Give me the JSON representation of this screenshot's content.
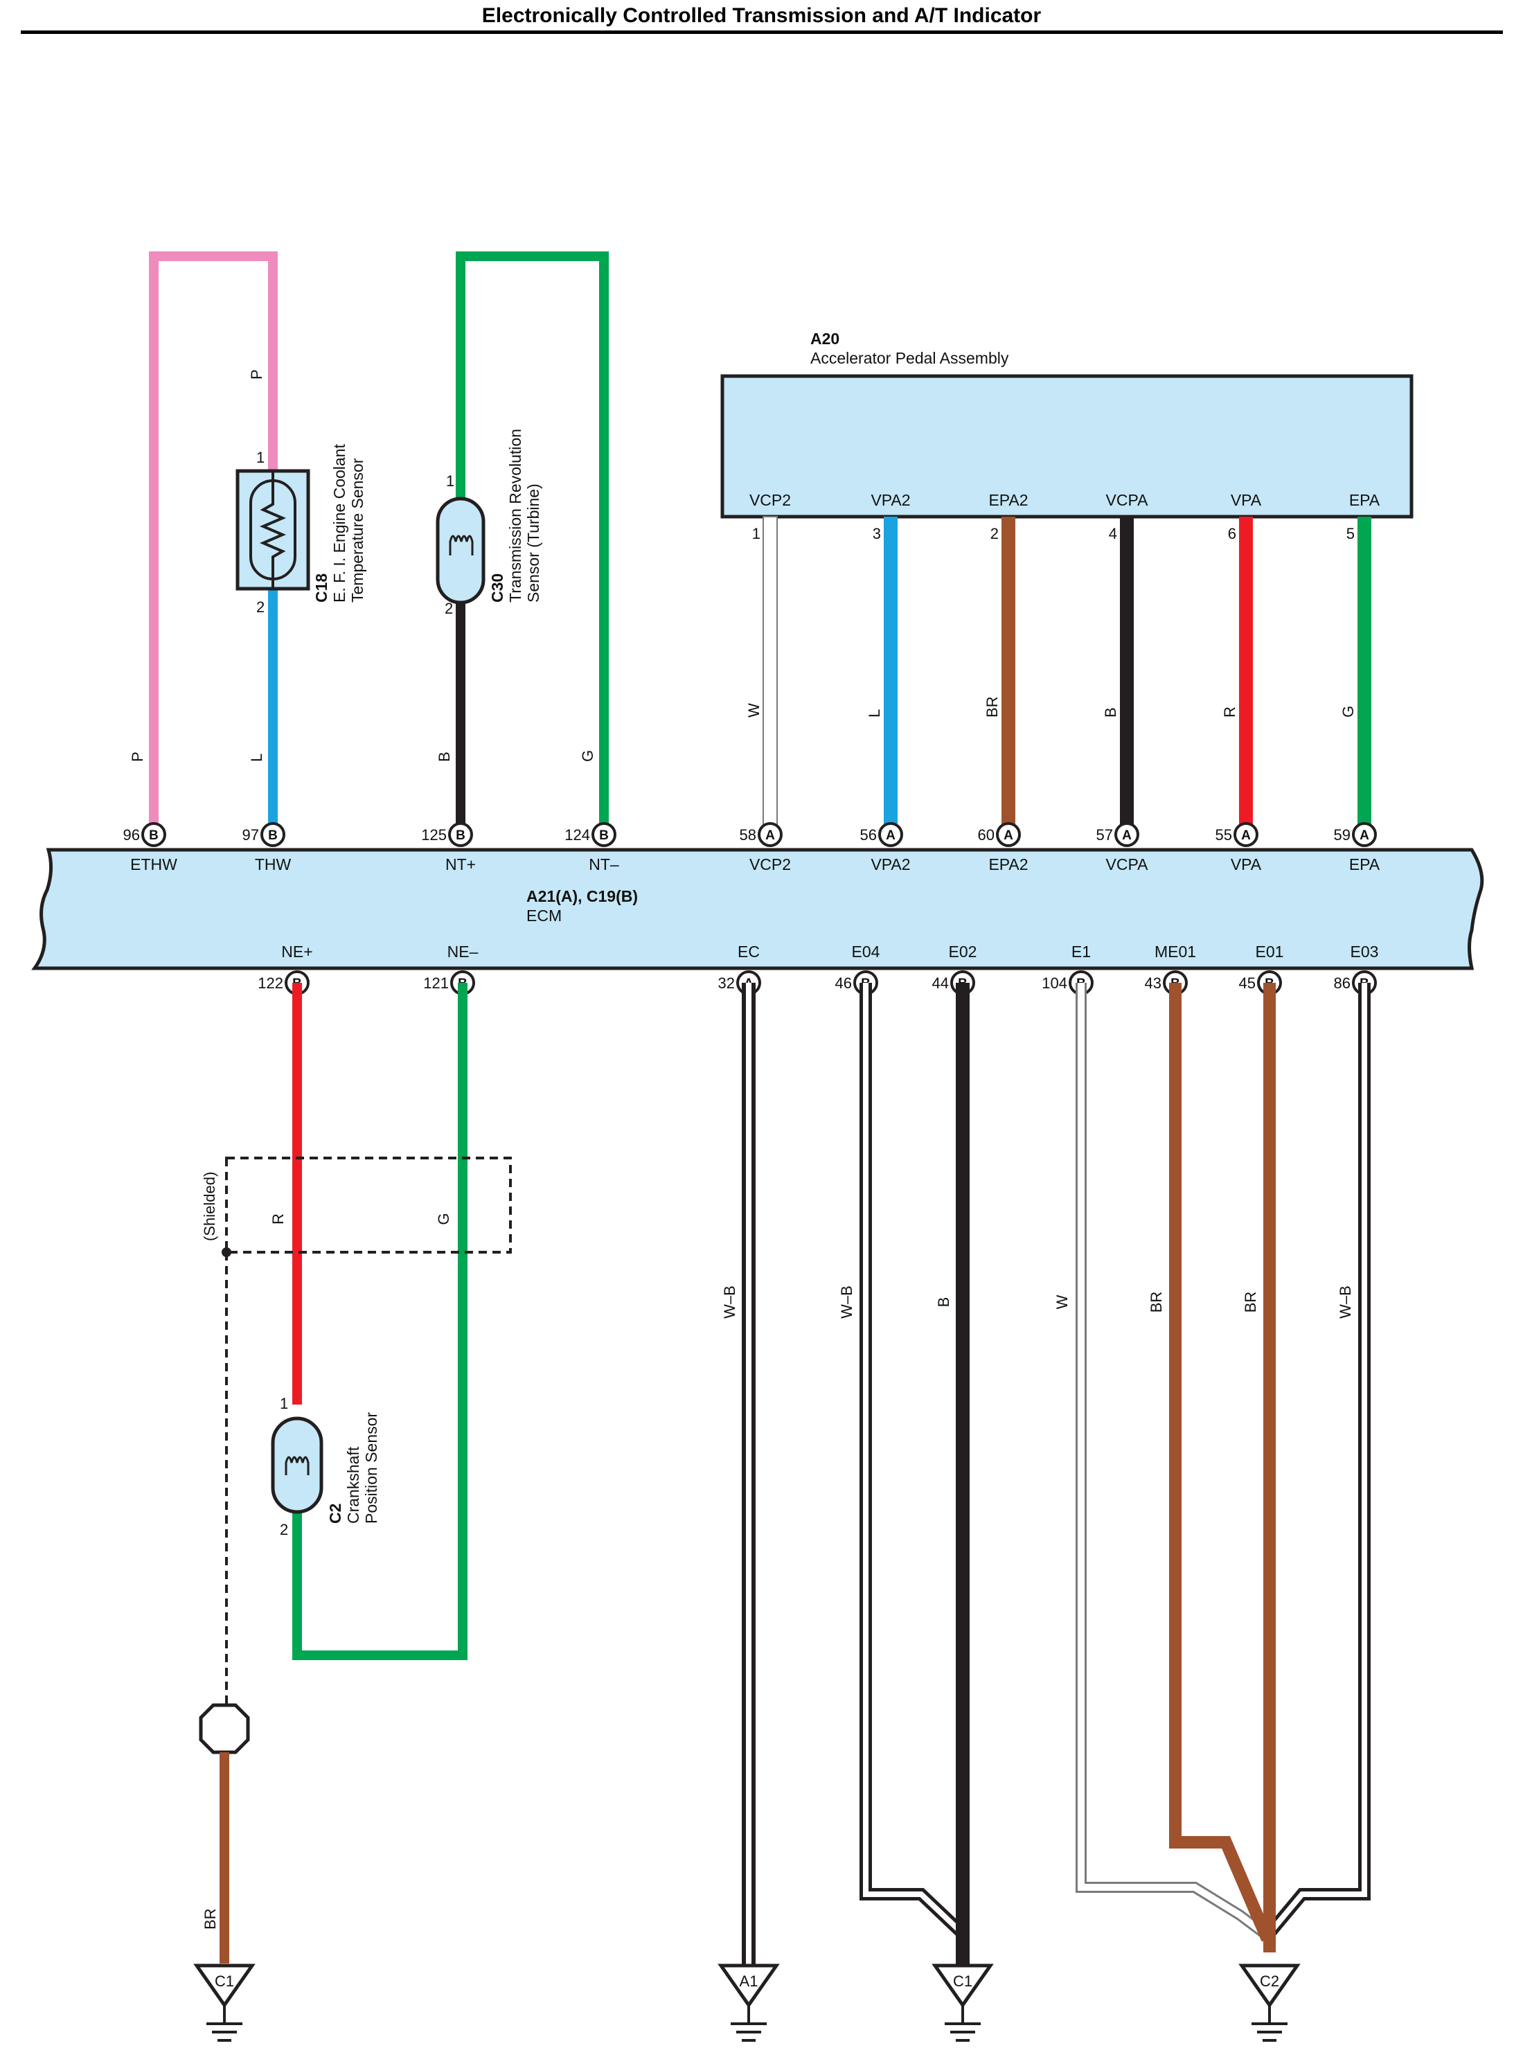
{
  "title": "Electronically Controlled Transmission and A/T Indicator",
  "colors": {
    "pink": "#ef8bbd",
    "blue": "#1aa3e0",
    "black": "#231f20",
    "green": "#00a651",
    "red": "#ed1c24",
    "brown": "#a0522d",
    "white": "#ffffff",
    "panel": "#c5e7f7"
  },
  "ecm": {
    "code": "A21(A), C19(B)",
    "name": "ECM"
  },
  "pedal": {
    "code": "A20",
    "name": "Accelerator Pedal Assembly"
  },
  "components": {
    "c18": {
      "code": "C18",
      "line1": "E. F. I.  Engine Coolant",
      "line2": "Temperature Sensor",
      "pin1": "1",
      "pin2": "2"
    },
    "c30": {
      "code": "C30",
      "line1": "Transmission Revolution",
      "line2": "Sensor (Turbine)",
      "pin1": "1",
      "pin2": "2"
    },
    "c2": {
      "code": "C2",
      "line1": "Crankshaft",
      "line2": "Position Sensor",
      "pin1": "1",
      "pin2": "2"
    },
    "shielded": "(Shielded)"
  },
  "top_pins": [
    {
      "num": "96",
      "conn": "B",
      "name": "ETHW",
      "wire": "P"
    },
    {
      "num": "97",
      "conn": "B",
      "name": "THW",
      "wire": "L"
    },
    {
      "num": "125",
      "conn": "B",
      "name": "NT+",
      "wire": "B"
    },
    {
      "num": "124",
      "conn": "B",
      "name": "NT–",
      "wire": "G"
    },
    {
      "num": "58",
      "conn": "A",
      "name": "VCP2",
      "wire": "W"
    },
    {
      "num": "56",
      "conn": "A",
      "name": "VPA2",
      "wire": "L"
    },
    {
      "num": "60",
      "conn": "A",
      "name": "EPA2",
      "wire": "BR"
    },
    {
      "num": "57",
      "conn": "A",
      "name": "VCPA",
      "wire": "B"
    },
    {
      "num": "55",
      "conn": "A",
      "name": "VPA",
      "wire": "R"
    },
    {
      "num": "59",
      "conn": "A",
      "name": "EPA",
      "wire": "G"
    }
  ],
  "pedal_pins": [
    {
      "name": "VCP2",
      "num": "1"
    },
    {
      "name": "VPA2",
      "num": "3"
    },
    {
      "name": "EPA2",
      "num": "2"
    },
    {
      "name": "VCPA",
      "num": "4"
    },
    {
      "name": "VPA",
      "num": "6"
    },
    {
      "name": "EPA",
      "num": "5"
    }
  ],
  "top_wire_labels": {
    "c18_top": "P",
    "c30_top": "",
    "pedal_w": "W",
    "pedal_l": "L",
    "pedal_br": "BR",
    "pedal_b": "B",
    "pedal_r": "R",
    "pedal_g": "G"
  },
  "bottom_pins": [
    {
      "num": "122",
      "conn": "B",
      "name": "NE+",
      "wire": "R"
    },
    {
      "num": "121",
      "conn": "B",
      "name": "NE–",
      "wire": "G"
    },
    {
      "num": "32",
      "conn": "A",
      "name": "EC",
      "wire": "W–B"
    },
    {
      "num": "46",
      "conn": "B",
      "name": "E04",
      "wire": "W–B"
    },
    {
      "num": "44",
      "conn": "B",
      "name": "E02",
      "wire": "B"
    },
    {
      "num": "104",
      "conn": "B",
      "name": "E1",
      "wire": "W"
    },
    {
      "num": "43",
      "conn": "B",
      "name": "ME01",
      "wire": "BR"
    },
    {
      "num": "45",
      "conn": "B",
      "name": "E01",
      "wire": "BR"
    },
    {
      "num": "86",
      "conn": "B",
      "name": "E03",
      "wire": "W–B"
    }
  ],
  "shield_wire": "BR",
  "grounds": [
    {
      "label": "C1"
    },
    {
      "label": "A1"
    },
    {
      "label": "C1"
    },
    {
      "label": "C2"
    }
  ]
}
